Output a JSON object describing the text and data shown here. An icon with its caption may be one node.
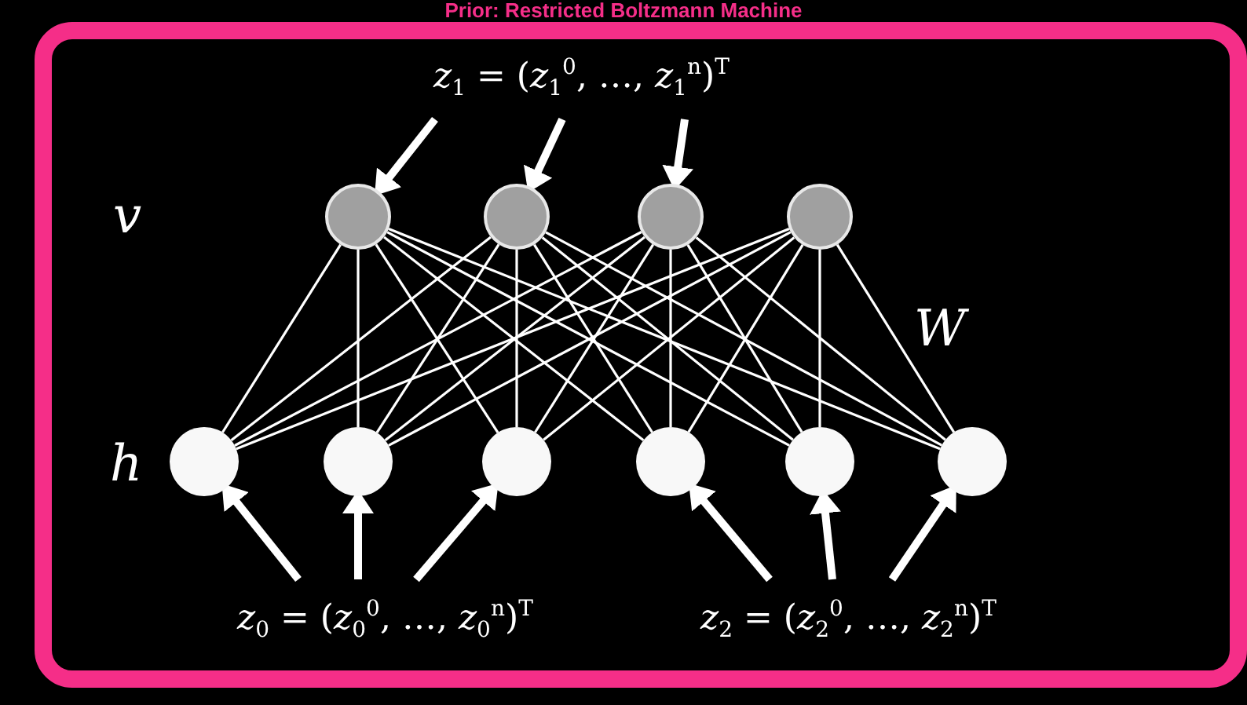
{
  "diagram": {
    "title": "Prior: Restricted Boltzmann Machine",
    "nodes": [
      {
        "text": [
          "*z*$_{1}$ = (*z*$_{1}$$^{0}$, …, *z*$_{1}$$^{n}$)$^{T}$"
        ]
      },
      {
        "text": [],
        "shape": "circle"
      },
      {
        "text": [],
        "shape": "circle"
      },
      {
        "text": [],
        "shape": "circle"
      },
      {
        "text": [],
        "shape": "circle"
      },
      {
        "text": [],
        "shape": "circle"
      },
      {
        "text": [],
        "shape": "circle"
      },
      {
        "text": [],
        "shape": "circle"
      },
      {
        "text": [],
        "shape": "circle"
      },
      {
        "text": [],
        "shape": "circle"
      },
      {
        "text": [],
        "shape": "circle"
      },
      {
        "text": [
          "*z*$_{0}$ = (*z*$_{0}$$^{0}$, …, *z*$_{0}$$^{n}$)$^{T}$"
        ]
      },
      {
        "text": [
          "*z*$_{2}$ = (*z*$_{2}$$^{0}$, …, *z*$_{2}$$^{n}$)$^{T}$"
        ]
      }
    ],
    "edges": [
      {
        "from": 0,
        "to": 1,
        "arrow": "to",
        "style": "thick"
      },
      {
        "from": 0,
        "to": 2,
        "arrow": "to",
        "style": "thick"
      },
      {
        "from": 0,
        "to": 3,
        "arrow": "to",
        "style": "thick"
      },
      {
        "from": 11,
        "to": 5,
        "arrow": "to",
        "style": "thick"
      },
      {
        "from": 11,
        "to": 6,
        "arrow": "to",
        "style": "thick"
      },
      {
        "from": 11,
        "to": 7,
        "arrow": "to",
        "style": "thick"
      },
      {
        "from": 12,
        "to": 8,
        "arrow": "to",
        "style": "thick"
      },
      {
        "from": 12,
        "to": 9,
        "arrow": "to",
        "style": "thick"
      },
      {
        "from": 12,
        "to": 10,
        "arrow": "to",
        "style": "thick"
      },
      {
        "from": 1,
        "to": 5,
        "arrow": "none"
      },
      {
        "from": 1,
        "to": 6,
        "arrow": "none"
      },
      {
        "from": 1,
        "to": 7,
        "arrow": "none"
      },
      {
        "from": 1,
        "to": 8,
        "arrow": "none"
      },
      {
        "from": 1,
        "to": 9,
        "arrow": "none"
      },
      {
        "from": 1,
        "to": 10,
        "arrow": "none"
      },
      {
        "from": 2,
        "to": 5,
        "arrow": "none"
      },
      {
        "from": 2,
        "to": 6,
        "arrow": "none"
      },
      {
        "from": 2,
        "to": 7,
        "arrow": "none"
      },
      {
        "from": 2,
        "to": 8,
        "arrow": "none"
      },
      {
        "from": 2,
        "to": 9,
        "arrow": "none"
      },
      {
        "from": 2,
        "to": 10,
        "arrow": "none"
      },
      {
        "from": 3,
        "to": 5,
        "arrow": "none"
      },
      {
        "from": 3,
        "to": 6,
        "arrow": "none"
      },
      {
        "from": 3,
        "to": 7,
        "arrow": "none"
      },
      {
        "from": 3,
        "to": 8,
        "arrow": "none"
      },
      {
        "from": 3,
        "to": 9,
        "arrow": "none"
      },
      {
        "from": 3,
        "to": 10,
        "arrow": "none"
      },
      {
        "from": 4,
        "to": 5,
        "arrow": "none"
      },
      {
        "from": 4,
        "to": 6,
        "arrow": "none"
      },
      {
        "from": 4,
        "to": 7,
        "arrow": "none"
      },
      {
        "from": 4,
        "to": 8,
        "arrow": "none"
      },
      {
        "from": 4,
        "to": 9,
        "arrow": "none"
      },
      {
        "from": 4,
        "to": 10,
        "arrow": "none"
      }
    ],
    "labels": [
      "v",
      "W",
      "h"
    ]
  }
}
